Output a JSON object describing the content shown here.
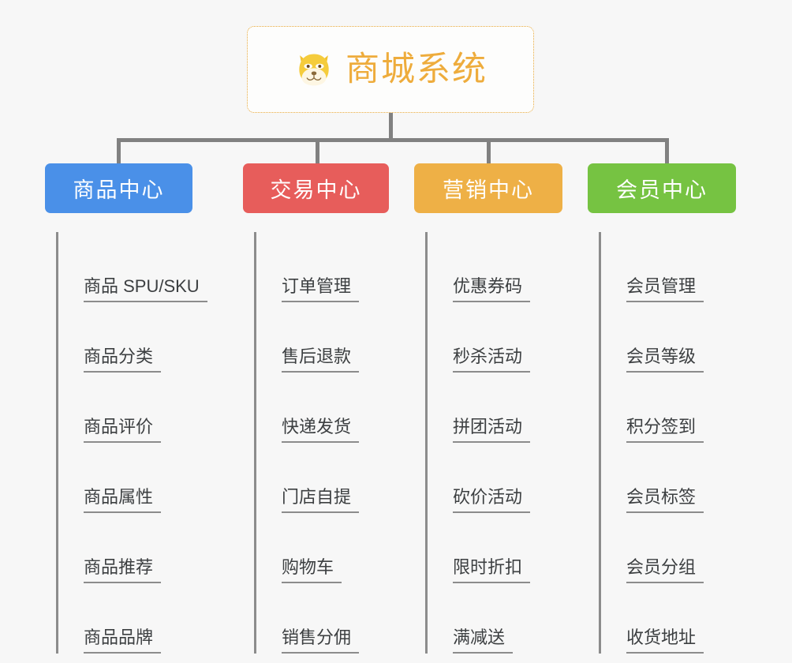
{
  "diagram": {
    "type": "mindmap",
    "background_color": "#f7f7f7",
    "root": {
      "title": "商城系统",
      "icon": "shiba-dog-face-icon",
      "text_color": "#eeac3c",
      "border_color": "#e8a93c"
    },
    "branches": [
      {
        "label": "商品中心",
        "color": "#4a90e8",
        "items": [
          "商品 SPU/SKU",
          "商品分类",
          "商品评价",
          "商品属性",
          "商品推荐",
          "商品品牌"
        ]
      },
      {
        "label": "交易中心",
        "color": "#e75d5b",
        "items": [
          "订单管理",
          "售后退款",
          "快递发货",
          "门店自提",
          "购物车",
          "销售分佣"
        ]
      },
      {
        "label": "营销中心",
        "color": "#eeb046",
        "items": [
          "优惠券码",
          "秒杀活动",
          "拼团活动",
          "砍价活动",
          "限时折扣",
          "满减送"
        ]
      },
      {
        "label": "会员中心",
        "color": "#76c342",
        "items": [
          "会员管理",
          "会员等级",
          "积分签到",
          "会员标签",
          "会员分组",
          "收货地址"
        ]
      }
    ],
    "connector_color": "#818181"
  }
}
